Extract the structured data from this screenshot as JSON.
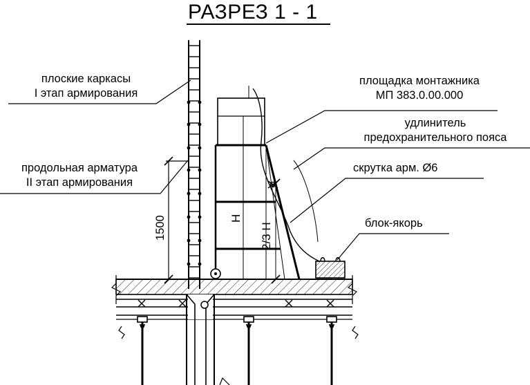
{
  "title": "РАЗРЕЗ 1 - 1",
  "labels": {
    "frames_line1": "плоские каркасы",
    "frames_line2": "I этап армирования",
    "rebar_line1": "продольная арматура",
    "rebar_line2": "II этап армирования",
    "platform_line1": "площадка монтажника",
    "platform_line2": "МП 383.0.00.000",
    "extender_line1": "удлинитель",
    "extender_line2": "предохранительного пояса",
    "twist": "скрутка арм. Ø6",
    "anchor_block": "блок-якорь"
  },
  "dimensions": {
    "height_1500": "1500",
    "h": "H",
    "two_thirds_h": "2/3 H"
  }
}
